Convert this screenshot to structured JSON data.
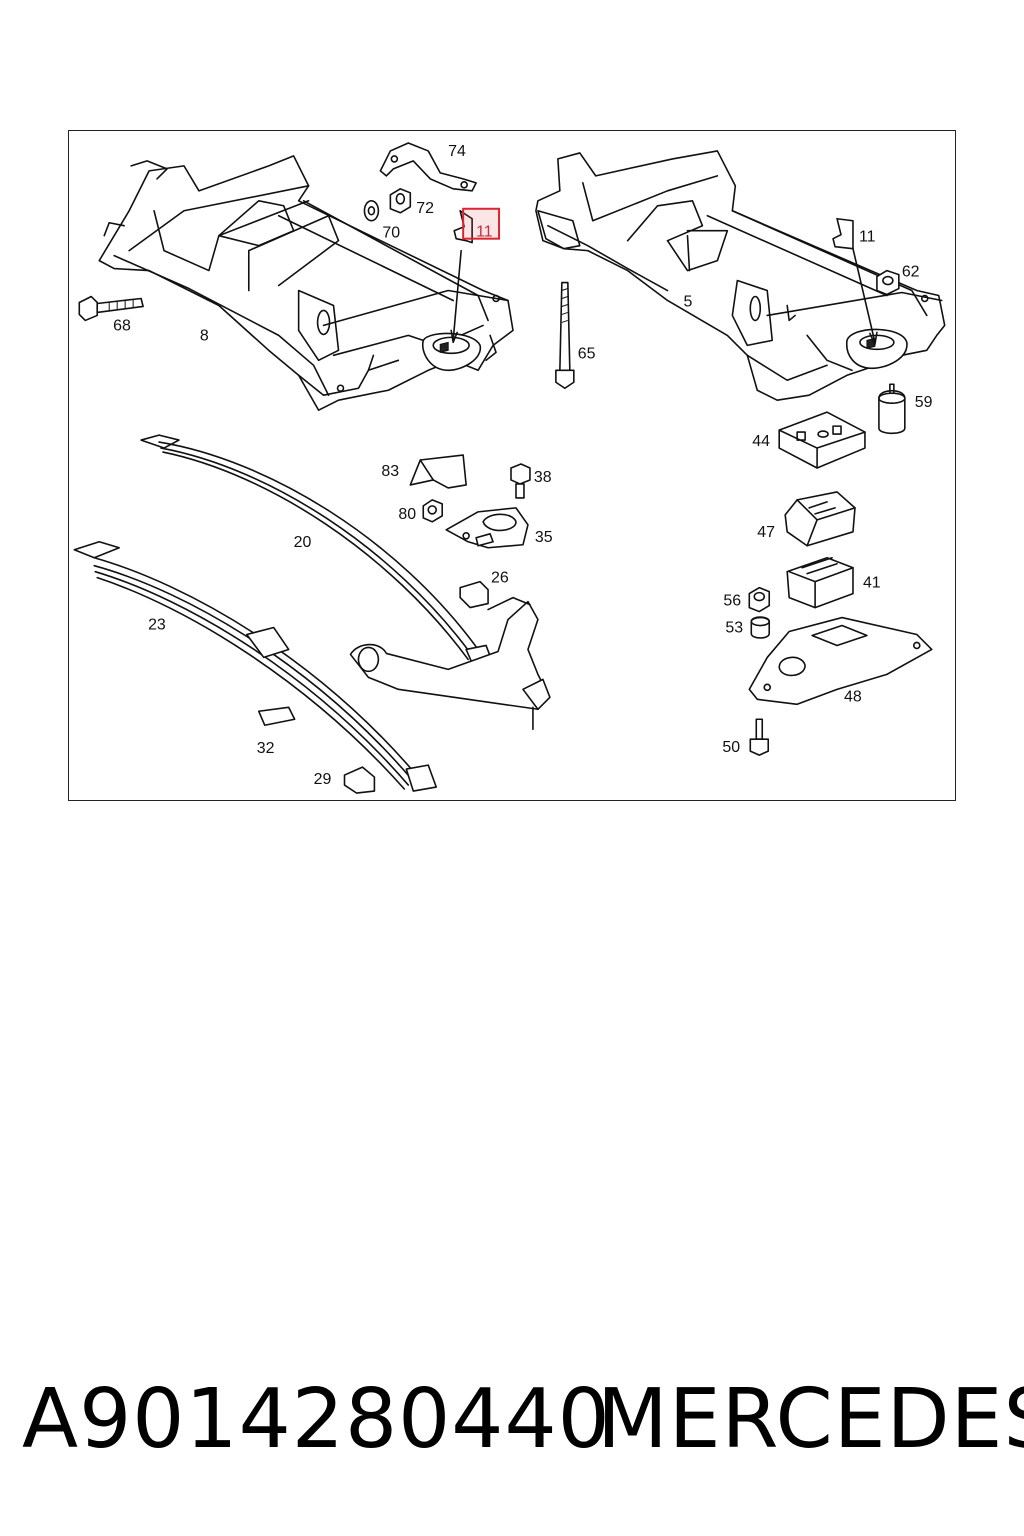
{
  "diagram": {
    "callouts": {
      "c74": "74",
      "c72": "72",
      "c70": "70",
      "c11a": "11",
      "c11b": "11",
      "c68": "68",
      "c8": "8",
      "c65": "65",
      "c5": "5",
      "c62": "62",
      "c59": "59",
      "c44": "44",
      "c83": "83",
      "c38": "38",
      "c80": "80",
      "c35": "35",
      "c20": "20",
      "c47": "47",
      "c26": "26",
      "c41": "41",
      "c23": "23",
      "c56": "56",
      "c53": "53",
      "c48": "48",
      "c32": "32",
      "c50": "50",
      "c29": "29"
    },
    "highlighted_callout": "11"
  },
  "footer": {
    "part_number": "A9014280440",
    "brand": "MERCEDES"
  }
}
